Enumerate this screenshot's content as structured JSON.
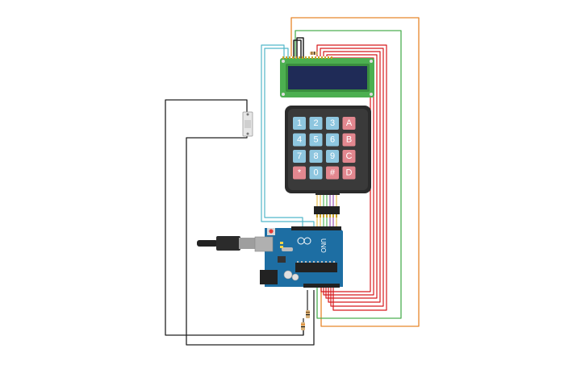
{
  "board": {
    "logo": "UNO"
  },
  "keypad": {
    "rows": [
      [
        "1",
        "2",
        "3",
        "A"
      ],
      [
        "4",
        "5",
        "6",
        "B"
      ],
      [
        "7",
        "8",
        "9",
        "C"
      ],
      [
        "*",
        "0",
        "#",
        "D"
      ]
    ]
  },
  "colors": {
    "key_blue": "#8ec6df",
    "key_red": "#e2878f",
    "board_blue": "#1d6ea3",
    "lcd_green": "#4caf50",
    "lcd_screen": "#1f2b57",
    "wire_red": "#d7191c",
    "wire_orange": "#e8862a",
    "wire_green": "#4caf50",
    "wire_cyan": "#52b6c9",
    "wire_black": "#222222"
  }
}
